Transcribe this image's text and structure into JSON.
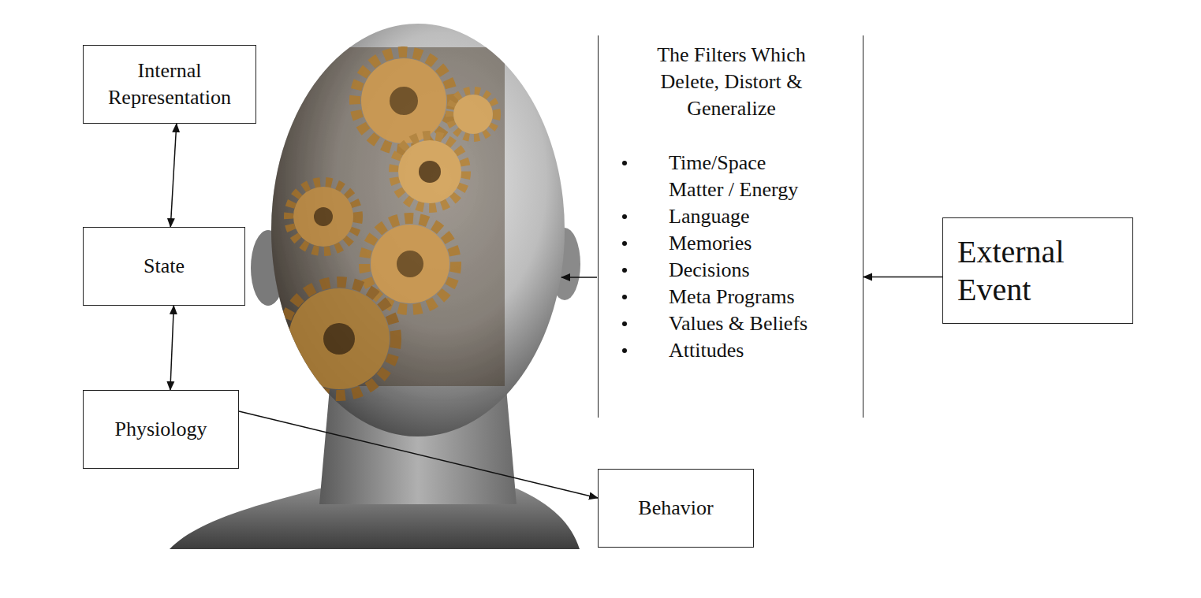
{
  "diagram": {
    "nodes": [
      {
        "text": [
          "Internal Representation"
        ]
      },
      {
        "text": [
          "State"
        ]
      },
      {
        "text": [
          "Physiology"
        ]
      },
      {
        "text": [
          "The Filters Which Delete, Distort & Generalize",
          "Time/Space Matter / Energy",
          "Language",
          "Memories",
          "Decisions",
          "Meta Programs",
          "Values & Beliefs",
          "Attitudes"
        ]
      },
      {
        "text": [
          "Behavior"
        ]
      },
      {
        "text": [
          "External Event"
        ]
      }
    ],
    "edges": [
      {
        "from": 0,
        "to": 1,
        "arrow": "both"
      },
      {
        "from": 1,
        "to": 2,
        "arrow": "both"
      },
      {
        "from": 2,
        "to": 4,
        "arrow": "to"
      },
      {
        "from": 5,
        "to": 3,
        "arrow": "to"
      }
    ]
  }
}
